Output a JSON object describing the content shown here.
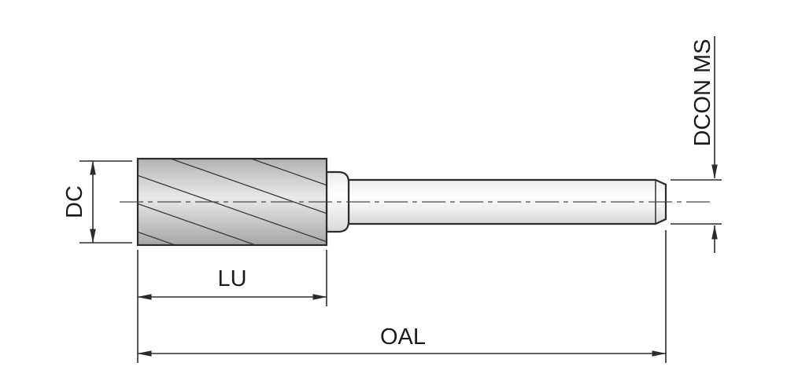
{
  "drawing": {
    "labels": {
      "dc": "DC",
      "lu": "LU",
      "oal": "OAL",
      "dcon_ms": "DCON MS"
    },
    "colors": {
      "line": "#2c2c2c",
      "head_top": "#b2b2b2",
      "head_mid": "#e9e9e9",
      "head_bottom": "#a6a6a6",
      "shank_top": "#ededed",
      "shank_mid": "#ffffff",
      "shank_bottom": "#d8d8d8"
    }
  }
}
